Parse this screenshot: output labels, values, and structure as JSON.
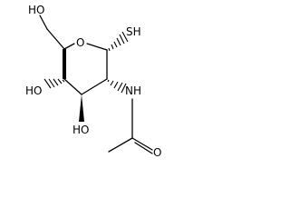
{
  "atoms": {
    "ho_top": "HO",
    "ring_o": "O",
    "sh": "SH",
    "ho_left": "HO",
    "ho_bottom": "HO",
    "nh": "NH",
    "carbonyl_o": "O"
  },
  "colors": {
    "ink": "#000000",
    "background": "#ffffff"
  }
}
